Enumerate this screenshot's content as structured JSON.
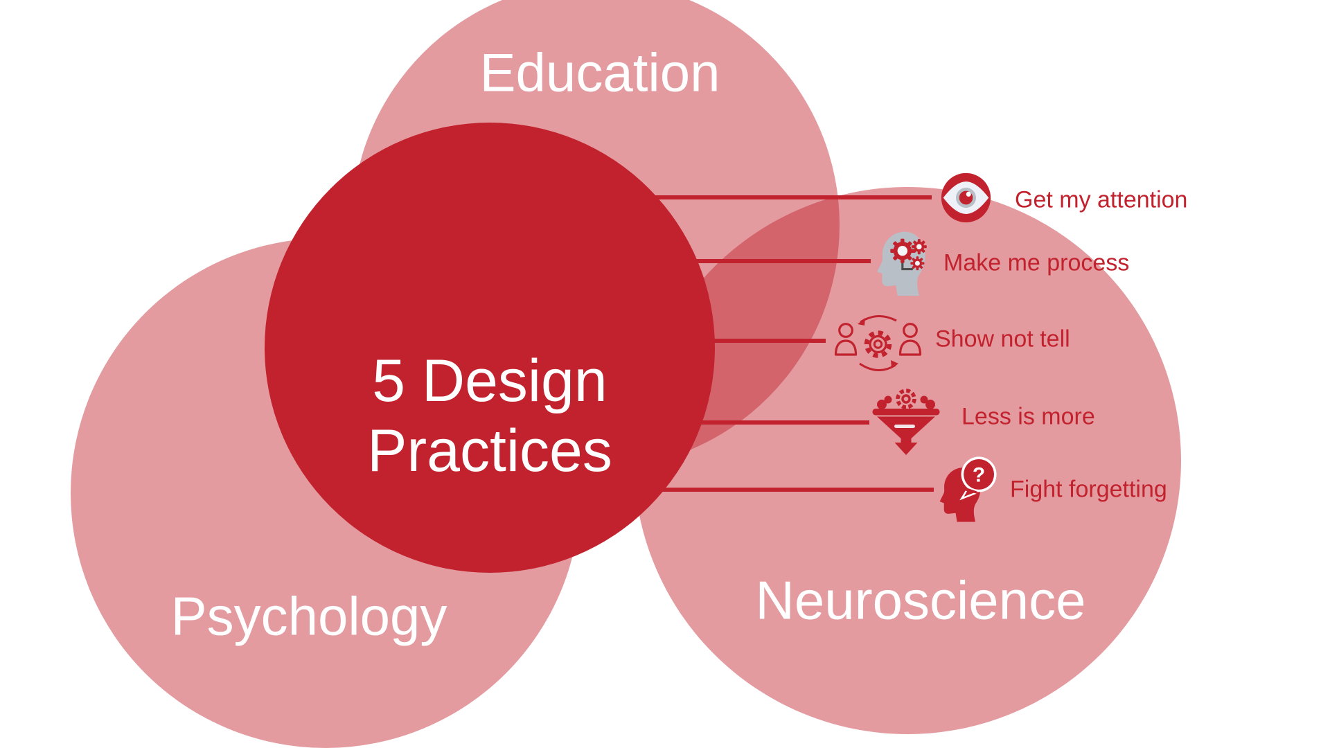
{
  "diagram": {
    "title": "5 Design Practices",
    "center": {
      "line1": "5 Design",
      "line2": "Practices"
    },
    "circles": [
      {
        "id": "education",
        "label": "Education"
      },
      {
        "id": "psychology",
        "label": "Psychology"
      },
      {
        "id": "neuroscience",
        "label": "Neuroscience"
      }
    ],
    "practices": [
      {
        "label": "Get my attention",
        "icon": "eye-icon"
      },
      {
        "label": "Make me process",
        "icon": "head-gears-icon"
      },
      {
        "label": "Show not tell",
        "icon": "people-gear-icon"
      },
      {
        "label": "Less is more",
        "icon": "funnel-icon"
      },
      {
        "label": "Fight forgetting",
        "icon": "head-question-icon"
      }
    ],
    "colors": {
      "crimson": "#c2222d",
      "pink_circle": "rgba(194,34,45,0.45)",
      "icon_gray": "#b9bfc6",
      "eye_white": "#eef1f8",
      "text_white": "#ffffff"
    }
  }
}
